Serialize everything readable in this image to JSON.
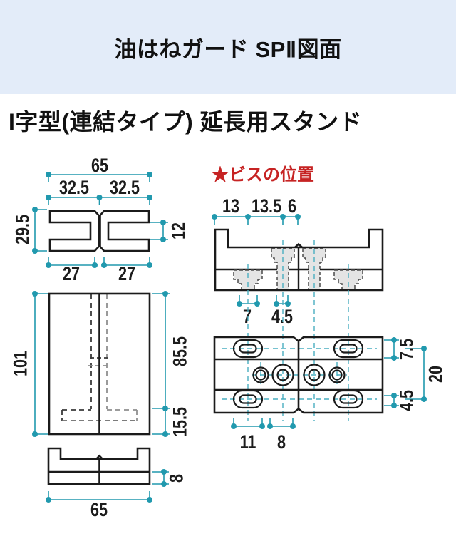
{
  "header": {
    "title": "油はねガード SPⅡ図面",
    "background": "#e3ecf9"
  },
  "subtitle": "I字型(連結タイプ) 延長用スタンド",
  "screw_note": "★ビスの位置",
  "colors": {
    "dimension_teal": "#2199ae",
    "centerline_teal": "#49aec0",
    "outline_black": "#1b1b1b",
    "note_red": "#c62323",
    "screw_fill": "#e4e4e4",
    "hidden_line_dark": "#3a3a3a",
    "hidden_line_gray": "#8f8f8f"
  },
  "dims": {
    "top_view": {
      "total_width": "65",
      "half_left": "32.5",
      "half_right": "32.5",
      "total_depth": "29.5",
      "opening": "12",
      "arm_left": "27",
      "arm_right": "27"
    },
    "front_view": {
      "total_height": "101",
      "upper": "85.5",
      "lower": "15.5"
    },
    "base_view": {
      "thickness": "8",
      "width": "65"
    },
    "screw_side": {
      "offset1": "13",
      "offset2": "13.5",
      "offset3": "6",
      "head_width": "7",
      "shaft_width": "4.5"
    },
    "screw_plan": {
      "slot_height": "7.5",
      "pitch": "20",
      "slot_inner": "4.5",
      "slot_length": "11",
      "hole_dia": "8"
    }
  }
}
